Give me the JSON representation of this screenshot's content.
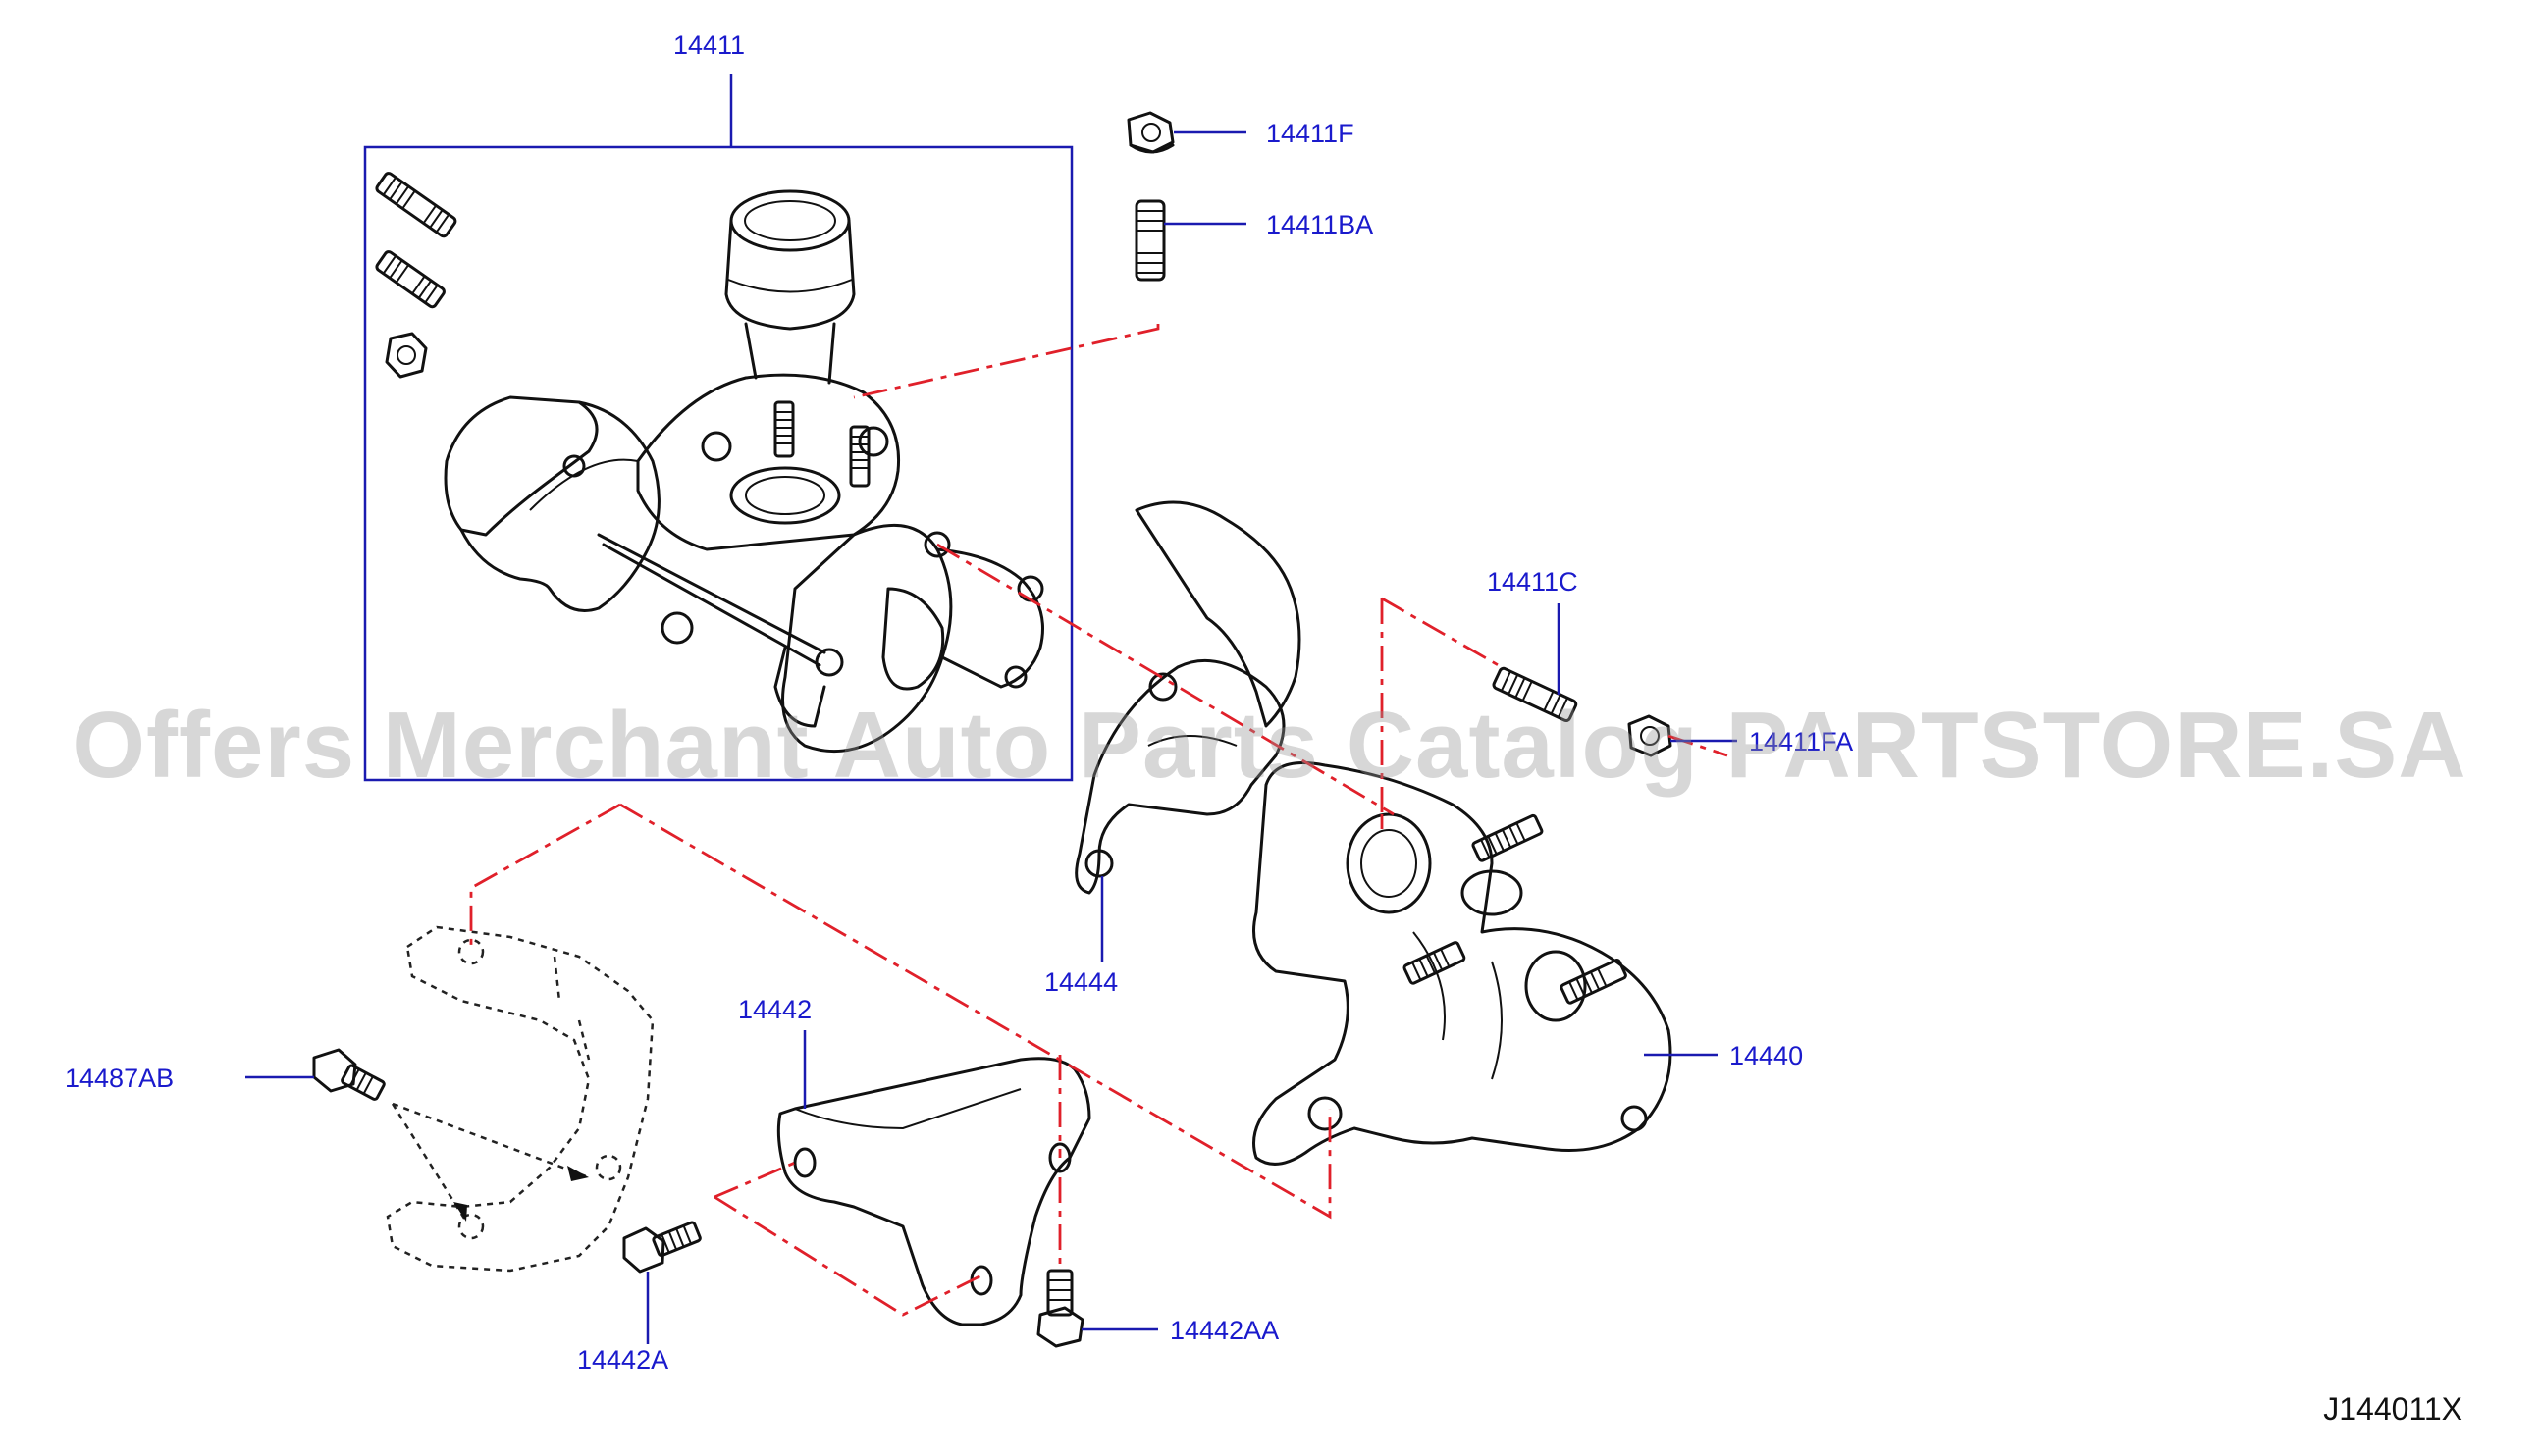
{
  "diagram": {
    "callouts": {
      "c14411": "14411",
      "c14411F": "14411F",
      "c14411BA": "14411BA",
      "c14411C": "14411C",
      "c14411FA": "14411FA",
      "c14444": "14444",
      "c14440": "14440",
      "c14442": "14442",
      "c14487AB": "14487AB",
      "c14442A": "14442A",
      "c14442AA": "14442AA"
    },
    "drawing_code": "J144011X"
  },
  "watermark": "Offers Merchant Auto Parts Catalog PARTSTORE.SA",
  "colors": {
    "callout": "#1a1acc",
    "leader": "#1a1ab0",
    "alignment_line": "#e0202a",
    "ink": "#111111"
  }
}
